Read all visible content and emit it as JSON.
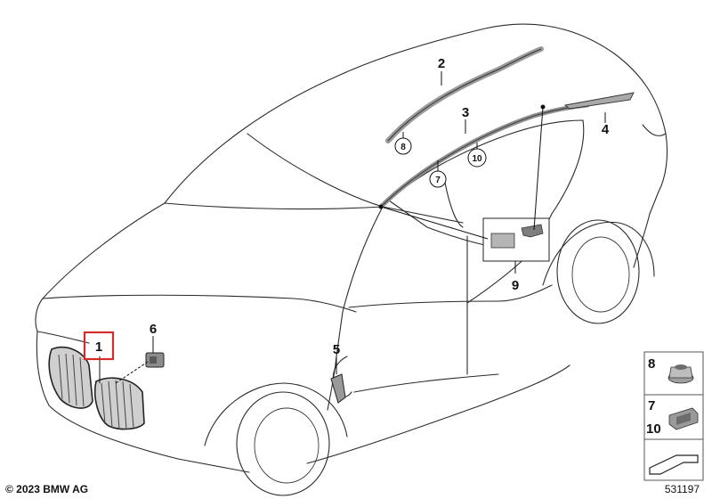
{
  "diagram": {
    "callouts": {
      "c1": "1",
      "c2": "2",
      "c3": "3",
      "c4": "4",
      "c5": "5",
      "c6": "6",
      "c9": "9"
    },
    "circled": {
      "r8": "8",
      "r7": "7",
      "r10": "10"
    },
    "sidebar": {
      "n8": "8",
      "n7": "7",
      "n10": "10"
    },
    "copyright": "© 2023 BMW AG",
    "diagram_number": "531197",
    "highlight_color": "#d42b2b"
  }
}
